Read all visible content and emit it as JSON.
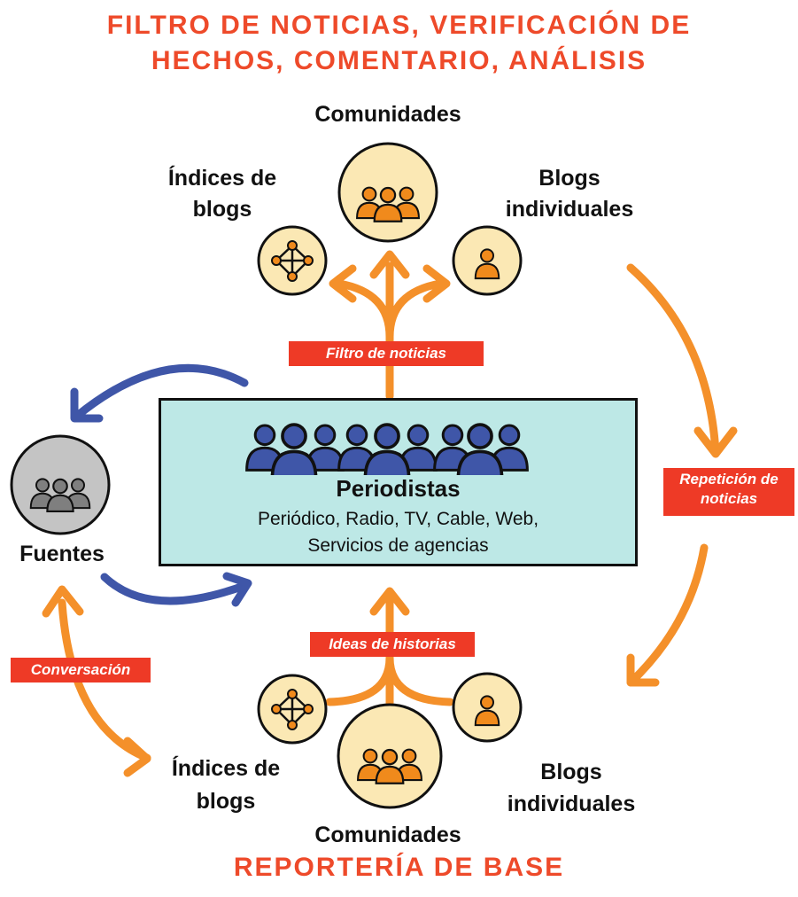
{
  "top_title": {
    "line1": "FILTRO DE NOTICIAS, VERIFICACIÓN DE",
    "line2": "HECHOS, COMENTARIO, ANÁLISIS"
  },
  "bottom_title": "REPORTERÍA DE BASE",
  "top_cluster": {
    "communities": "Comunidades",
    "blog_indexes": {
      "line1": "Índices de",
      "line2": "blogs"
    },
    "individual_blogs": {
      "line1": "Blogs",
      "line2": "individuales"
    }
  },
  "bottom_cluster": {
    "communities": "Comunidades",
    "blog_indexes": {
      "line1": "Índices de",
      "line2": "blogs"
    },
    "individual_blogs": {
      "line1": "Blogs",
      "line2": "individuales"
    }
  },
  "journalists": {
    "title": "Periodistas",
    "line1": "Periódico, Radio, TV, Cable, Web,",
    "line2": "Servicios de agencias"
  },
  "sources": "Fuentes",
  "tags": {
    "news_filter": "Filtro de noticias",
    "news_repetition": {
      "line1": "Repetición de",
      "line2": "noticias"
    },
    "story_ideas": "Ideas de historias",
    "conversation": "Conversación"
  },
  "colors": {
    "title_red": "#ee4a2a",
    "tag_red": "#ee3a26",
    "orange_arrow": "#f4902a",
    "blue_arrow": "#3f56a8",
    "panel_fill": "#bde8e6",
    "circle_fill": "#fbe8b4",
    "sources_fill": "#c4c4c4",
    "people_blue": "#3f56a8",
    "people_orange": "#f08a1c",
    "people_gray": "#7f7f7f"
  },
  "icons": {
    "community": "people-group-icon",
    "blog_index": "network-nodes-icon",
    "individual_blog": "person-icon",
    "sources": "people-group-icon"
  }
}
